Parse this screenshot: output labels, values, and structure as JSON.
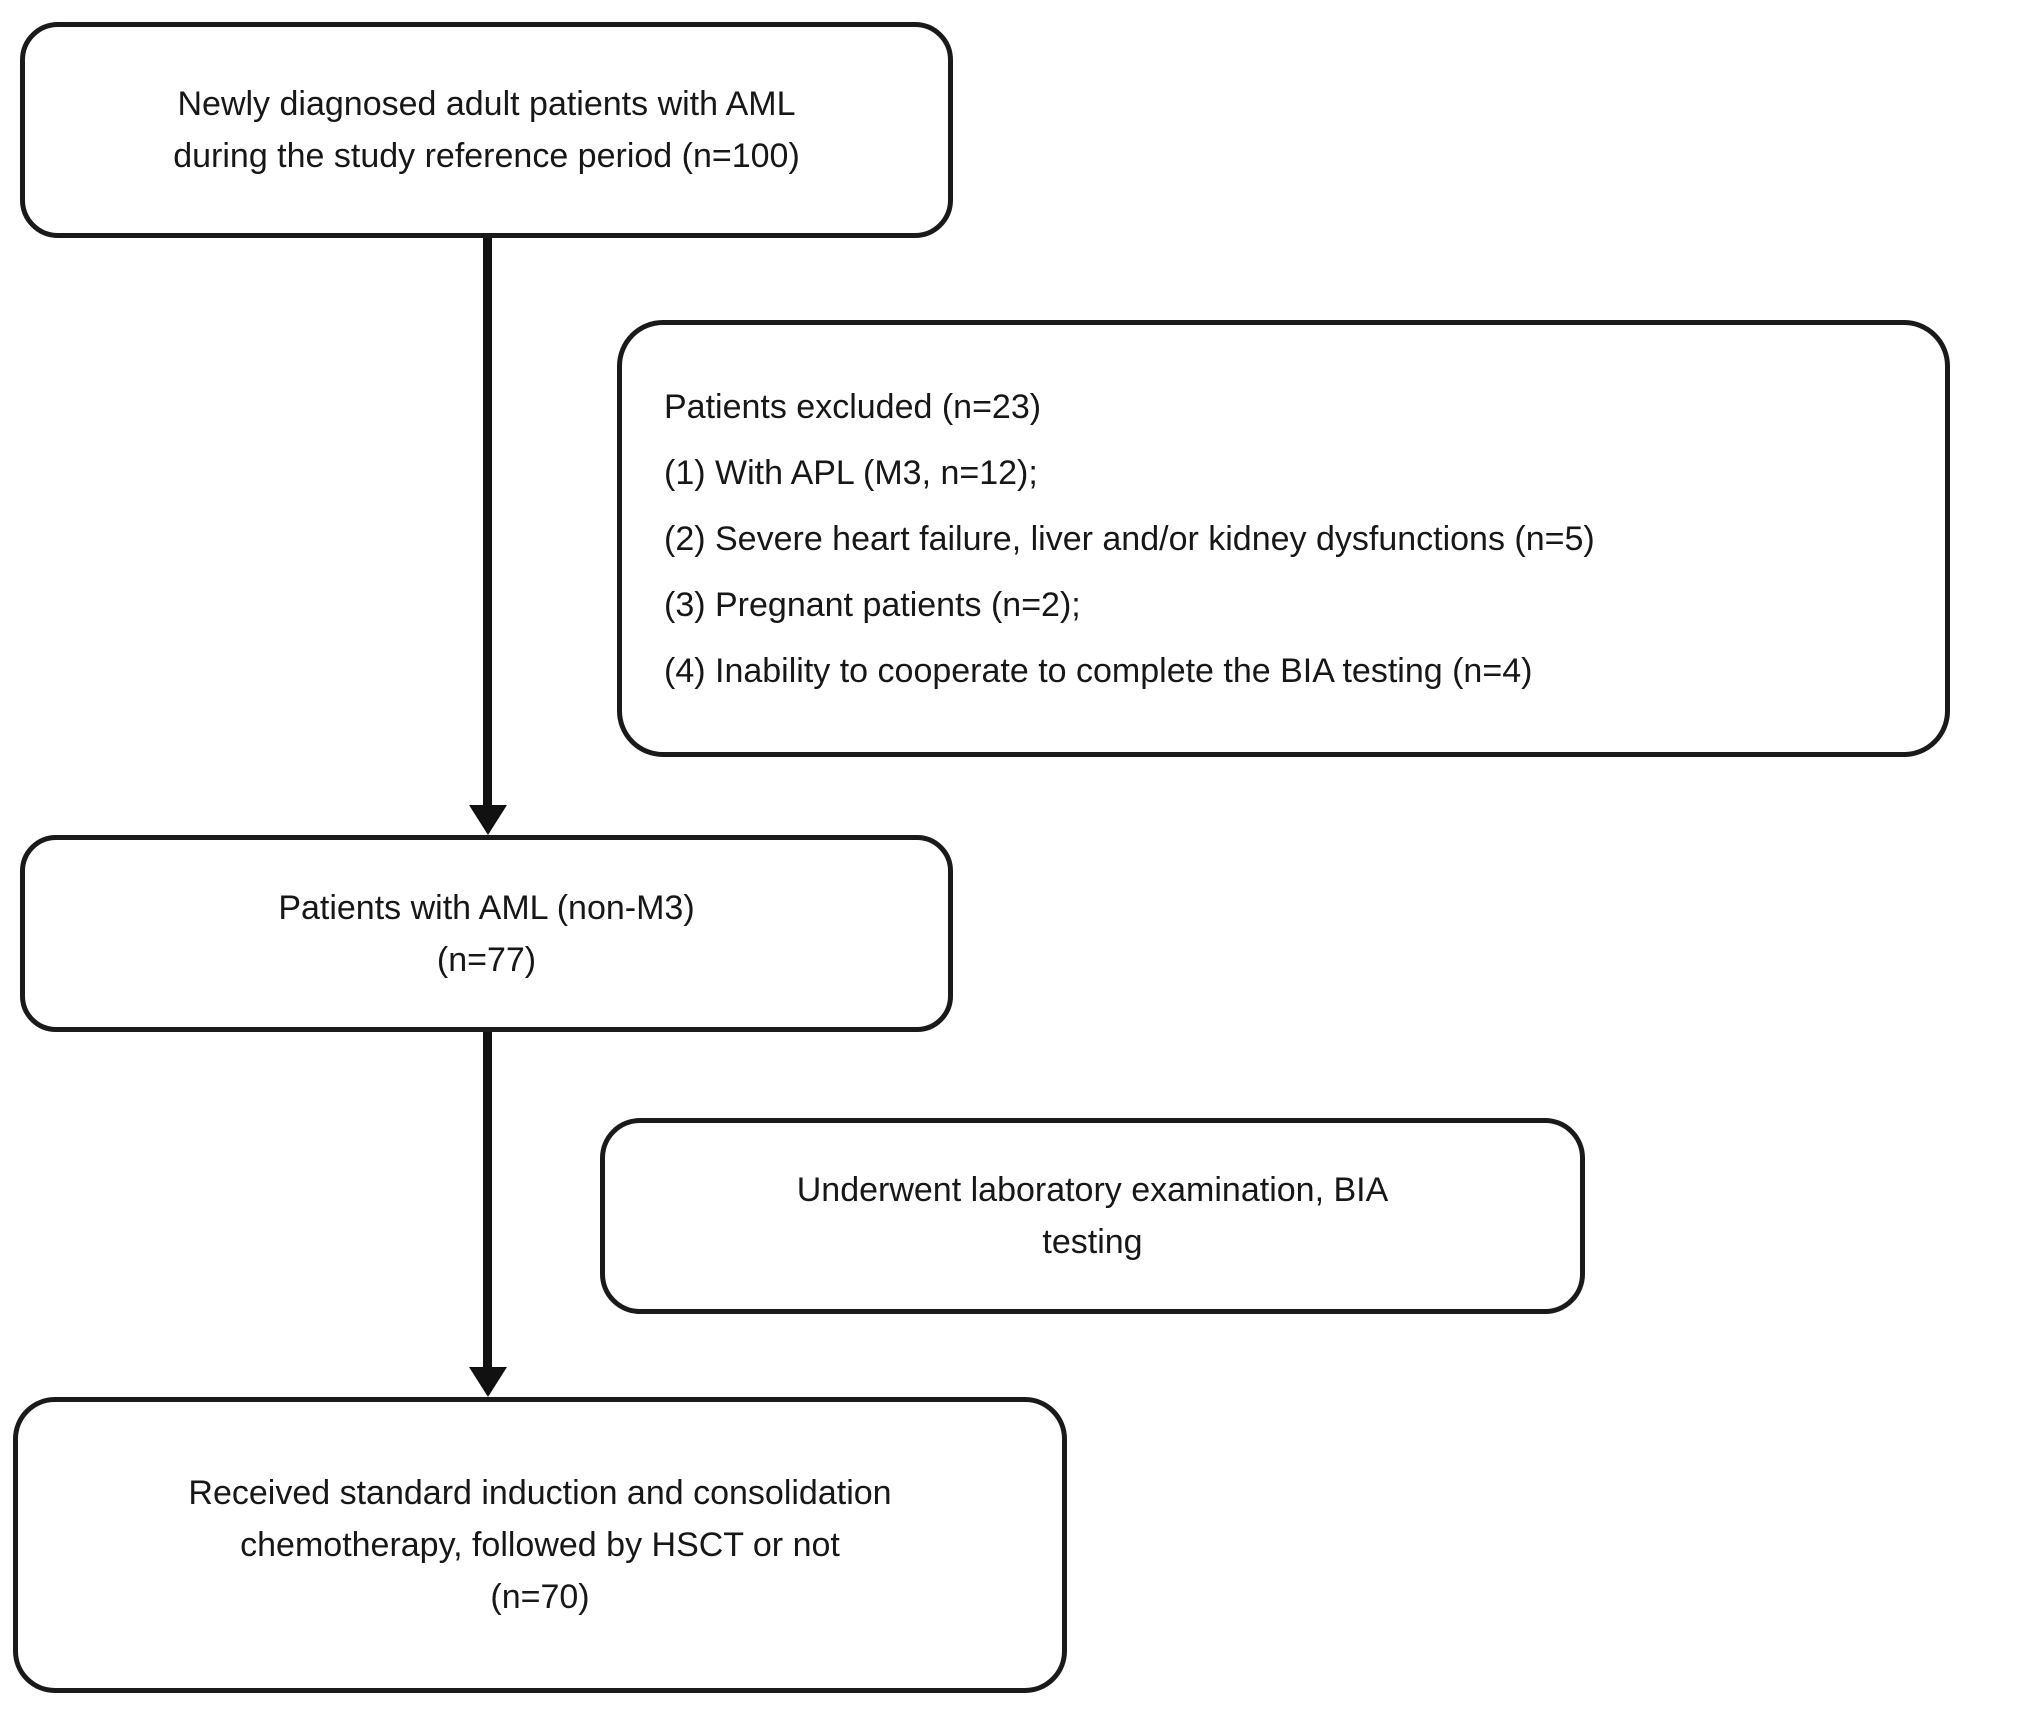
{
  "figure": {
    "background_color": "#ffffff",
    "line_color": "#111111",
    "text_color": "#171717",
    "type": "patient-flow-diagram"
  },
  "boxes": {
    "enrollment": {
      "lines": [
        "Newly diagnosed adult patients with AML",
        "during the study reference period (n=100)"
      ]
    },
    "excluded": {
      "lines": [
        "Patients excluded (n=23)",
        "(1) With APL (M3, n=12);",
        "(2) Severe heart failure, liver and/or kidney dysfunctions (n=5)",
        "(3) Pregnant patients (n=2);",
        "(4) Inability to cooperate to complete the BIA testing (n=4)"
      ]
    },
    "aml_non_m3": {
      "lines": [
        "Patients with AML (non-M3)",
        "(n=77)"
      ]
    },
    "bia_testing": {
      "lines": [
        "Underwent laboratory examination, BIA",
        "testing"
      ]
    },
    "treatment": {
      "lines": [
        "Received standard induction and consolidation",
        "chemotherapy, followed by HSCT or not",
        "(n=70)"
      ]
    }
  }
}
